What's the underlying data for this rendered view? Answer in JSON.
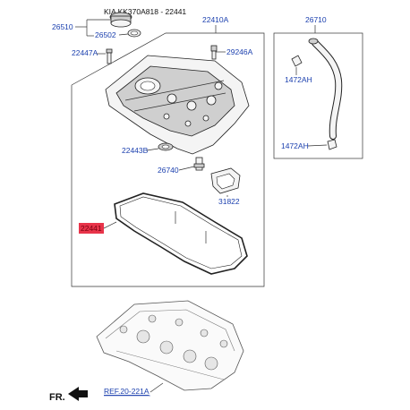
{
  "header": {
    "title": "KIA KK370A818 - 22441"
  },
  "labels": {
    "l26510": "26510",
    "l26502": "26502",
    "l22410A": "22410A",
    "l26710": "26710",
    "l22447A": "22447A",
    "l29246A": "29246A",
    "l1472AH_top": "1472AH",
    "l1472AH_bottom": "1472AH",
    "l22443B": "22443B",
    "l26740": "26740",
    "l31822": "31822",
    "l22441": "22441"
  },
  "footer": {
    "fr": "FR.",
    "ref": "REF.20-221A"
  },
  "colors": {
    "label": "#1a3fae",
    "highlight": "#e8344a"
  }
}
